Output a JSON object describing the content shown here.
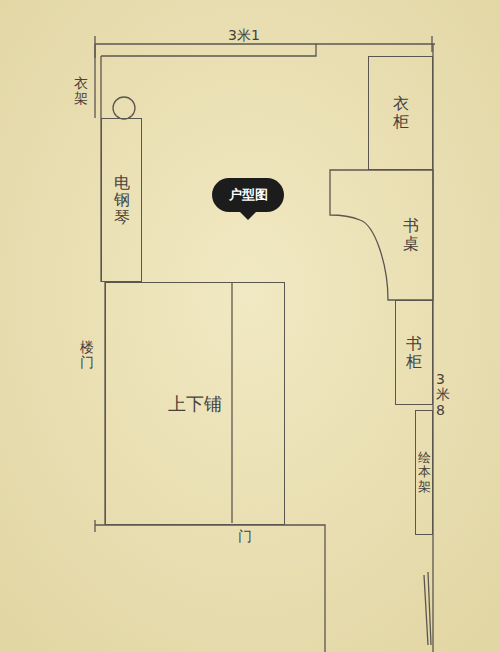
{
  "diagram": {
    "nodes": [
      {
        "text": [
          "衣柜"
        ]
      },
      {
        "text": [
          "电钢琴"
        ]
      },
      {
        "text": [
          "户型图"
        ]
      },
      {
        "text": [
          "书桌"
        ]
      },
      {
        "text": [
          "上下铺"
        ]
      },
      {
        "text": [
          "书柜"
        ]
      },
      {
        "text": [
          "绘本架"
        ]
      }
    ],
    "labels": [
      "3米1",
      "衣架",
      "楼门",
      "3米8",
      "门"
    ]
  }
}
